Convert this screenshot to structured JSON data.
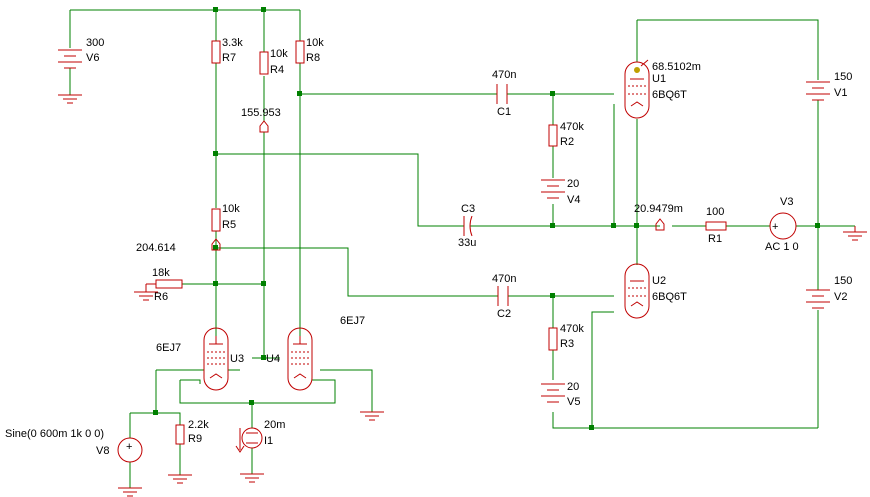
{
  "colors": {
    "wire": "#008000",
    "component": "#c00000",
    "text": "#000000",
    "background": "#ffffff"
  },
  "components": {
    "V6": {
      "value": "300",
      "name": "V6"
    },
    "R7": {
      "value": "3.3k",
      "name": "R7"
    },
    "R4": {
      "value": "10k",
      "name": "R4"
    },
    "R8": {
      "value": "10k",
      "name": "R8"
    },
    "R5": {
      "value": "10k",
      "name": "R5"
    },
    "R6": {
      "value": "18k",
      "name": "R6"
    },
    "R9": {
      "value": "2.2k",
      "name": "R9"
    },
    "I1": {
      "value": "20m",
      "name": "I1"
    },
    "V8": {
      "value": "Sine(0 600m 1k 0 0)",
      "name": "V8"
    },
    "U3": {
      "type": "6EJ7",
      "name": "U3"
    },
    "U4": {
      "type": "6EJ7",
      "name": "U4"
    },
    "C1": {
      "value": "470n",
      "name": "C1"
    },
    "C2": {
      "value": "470n",
      "name": "C2"
    },
    "C3": {
      "value": "33u",
      "name": "C3"
    },
    "R2": {
      "value": "470k",
      "name": "R2"
    },
    "R3": {
      "value": "470k",
      "name": "R3"
    },
    "V4": {
      "value": "20",
      "name": "V4"
    },
    "V5": {
      "value": "20",
      "name": "V5"
    },
    "U1": {
      "type": "6BQ6T",
      "name": "U1"
    },
    "U2": {
      "type": "6BQ6T",
      "name": "U2"
    },
    "R1": {
      "value": "100",
      "name": "R1"
    },
    "V3": {
      "value": "AC 1 0",
      "name": "V3"
    },
    "V1": {
      "value": "150",
      "name": "V1"
    },
    "V2": {
      "value": "150",
      "name": "V2"
    }
  },
  "probes": {
    "p1": "155.953",
    "p2": "204.614",
    "p3": "68.5102m",
    "p4": "20.9479m"
  }
}
